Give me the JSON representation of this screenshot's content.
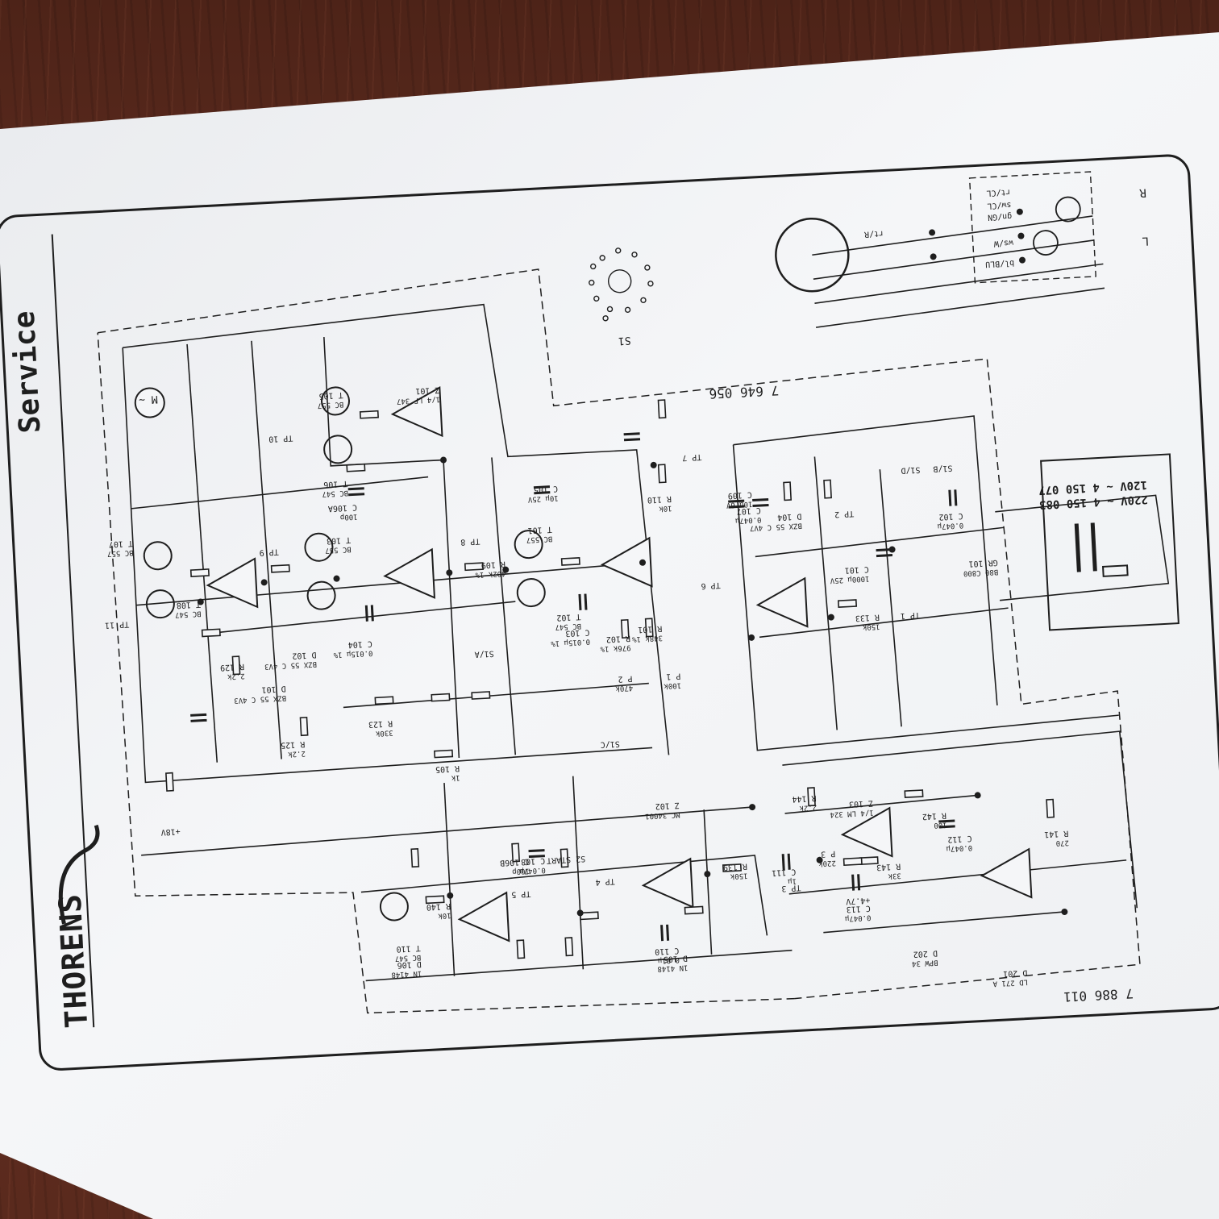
{
  "document": {
    "header": "Service",
    "brand": "THORENS",
    "drawing_numbers": [
      "7 646 056",
      "7 886 011"
    ],
    "selector": "S1",
    "voltage_labels": [
      "220V ~ 4 150 083",
      "120V ~ 4 150 077"
    ],
    "motor_label": "M ~",
    "channels": [
      "R",
      "L"
    ]
  },
  "wire_labels": [
    "rt/CL",
    "ws/W",
    "gn/GN",
    "bl/BLU",
    "sw/CL",
    "rt/R"
  ],
  "components": [
    {
      "ref": "Z 101",
      "value": "1/4 LF 347"
    },
    {
      "ref": "Z 102",
      "value": "MC 34001"
    },
    {
      "ref": "Z 103",
      "value": "1/4 LM 324"
    },
    {
      "ref": "T 101",
      "value": "BC 557"
    },
    {
      "ref": "T 102",
      "value": "BC 547"
    },
    {
      "ref": "T 103",
      "value": "BC 557"
    },
    {
      "ref": "T 105",
      "value": "BC 557"
    },
    {
      "ref": "T 106",
      "value": "BC 547"
    },
    {
      "ref": "T 107",
      "value": "BC 557"
    },
    {
      "ref": "T 108",
      "value": "BC 547"
    },
    {
      "ref": "T 110",
      "value": "BC 547"
    },
    {
      "ref": "GR 101",
      "value": "B80 C800"
    },
    {
      "ref": "D 101",
      "value": "BZX 55 C 4V3"
    },
    {
      "ref": "D 102",
      "value": "BZX 55 C 4V3"
    },
    {
      "ref": "D 104",
      "value": "BZX 55 C 4V7"
    },
    {
      "ref": "D 105",
      "value": "1N 4148"
    },
    {
      "ref": "D 106",
      "value": "1N 4148"
    },
    {
      "ref": "D 201",
      "value": "LD 271 A"
    },
    {
      "ref": "D 202",
      "value": "BPW 34"
    },
    {
      "ref": "R 133",
      "value": "150k"
    },
    {
      "ref": "R 139",
      "value": "150k"
    },
    {
      "ref": "R 140",
      "value": "10k"
    },
    {
      "ref": "R 141",
      "value": "270"
    },
    {
      "ref": "R 142",
      "value": "100"
    },
    {
      "ref": "R 143",
      "value": "33k"
    },
    {
      "ref": "R 144",
      "value": "2.2k"
    },
    {
      "ref": "R 101",
      "value": "348k 1%"
    },
    {
      "ref": "R 102",
      "value": "976k 1%"
    },
    {
      "ref": "R 109",
      "value": "402k 1%"
    },
    {
      "ref": "R 123",
      "value": "330k"
    },
    {
      "ref": "R 125",
      "value": "2.2k"
    },
    {
      "ref": "R 129",
      "value": "2.2k"
    },
    {
      "ref": "R 105",
      "value": "1k"
    },
    {
      "ref": "R 110",
      "value": "10k"
    },
    {
      "ref": "C 101",
      "value": "1000µ 25V"
    },
    {
      "ref": "C 102",
      "value": "0.047µ"
    },
    {
      "ref": "C 103",
      "value": "0.015µ 1%"
    },
    {
      "ref": "C 104",
      "value": "0.015µ 1%"
    },
    {
      "ref": "C 105",
      "value": "10µ 25V"
    },
    {
      "ref": "C 106A",
      "value": "100p"
    },
    {
      "ref": "C 106B",
      "value": "100p"
    },
    {
      "ref": "C 107",
      "value": "0.047µ"
    },
    {
      "ref": "C 108",
      "value": "0.047µ"
    },
    {
      "ref": "C 109",
      "value": "10µ 6V"
    },
    {
      "ref": "C 110",
      "value": "0.01µ"
    },
    {
      "ref": "C 111",
      "value": "1µ"
    },
    {
      "ref": "C 112",
      "value": "0.047µ"
    },
    {
      "ref": "C 113",
      "value": "0.047µ"
    },
    {
      "ref": "P 1",
      "value": "100k"
    },
    {
      "ref": "P 2",
      "value": "470k"
    },
    {
      "ref": "P 3",
      "value": "220k"
    }
  ],
  "switches": [
    "S1/A",
    "S1/B",
    "S1/C",
    "S1/D",
    "S2 START"
  ],
  "test_points": [
    "TP 1",
    "TP 2",
    "TP 3",
    "TP 4",
    "TP 5",
    "TP 6",
    "TP 7",
    "TP 8",
    "TP 9",
    "TP 10",
    "TP 11"
  ],
  "supply_labels": [
    "+18V",
    "+4.7V"
  ],
  "colors": {
    "wood": "#5a2a1d",
    "paper": "#f4f5f7",
    "ink": "#1e1e1e"
  }
}
